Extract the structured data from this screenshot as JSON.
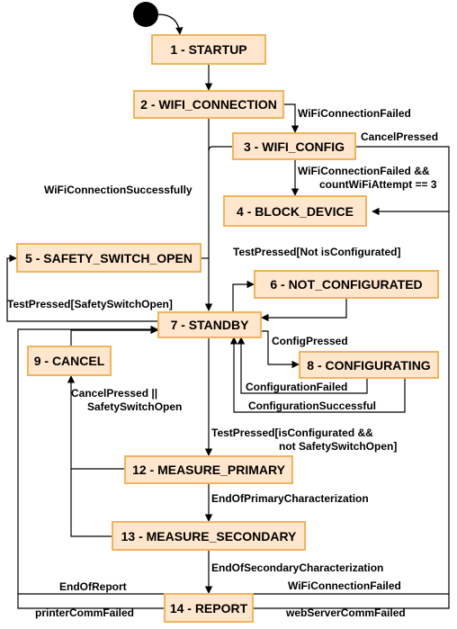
{
  "states": {
    "startup": "1 - STARTUP",
    "wifi_connection": "2 - WIFI_CONNECTION",
    "wifi_config": "3 - WIFI_CONFIG",
    "block_device": "4 - BLOCK_DEVICE",
    "safety_switch_open": "5 - SAFETY_SWITCH_OPEN",
    "not_configurated": "6 - NOT_CONFIGURATED",
    "standby": "7 - STANDBY",
    "configurating": "8 - CONFIGURATING",
    "cancel": "9 - CANCEL",
    "measure_primary": "12 - MEASURE_PRIMARY",
    "measure_secondary": "13 - MEASURE_SECONDARY",
    "report": "14 - REPORT"
  },
  "transitions": {
    "wifi_connection_failed": "WiFiConnectionFailed",
    "cancel_pressed": "CancelPressed",
    "wifi_failed_attempt_1": "WiFiConnectionFailed &&",
    "wifi_failed_attempt_2": "countWiFiAttempt == 3",
    "wifi_connection_successfully": "WiFiConnectionSuccessfully",
    "test_not_configurated": "TestPressed[Not isConfigurated]",
    "test_safety_open": "TestPressed[SafetySwitchOpen]",
    "config_pressed": "ConfigPressed",
    "configuration_failed": "ConfigurationFailed",
    "configuration_successful": "ConfigurationSuccessful",
    "cancel_or_safety_1": "CancelPressed ||",
    "cancel_or_safety_2": "SafetySwitchOpen",
    "test_measure_1": "TestPressed[isConfigurated &&",
    "test_measure_2": "not SafetySwitchOpen]",
    "end_primary": "EndOfPrimaryCharacterization",
    "end_secondary": "EndOfSecondaryCharacterization",
    "end_of_report": "EndOfReport",
    "report_wifi_failed": "WiFiConnectionFailed",
    "printer_comm_failed": "printerCommFailed",
    "webserver_comm_failed": "webServerCommFailed"
  },
  "colors": {
    "state_fill": "#ffe6cc",
    "state_border": "#f0b45c",
    "edge": "#000000",
    "initial_node": "#000000"
  }
}
